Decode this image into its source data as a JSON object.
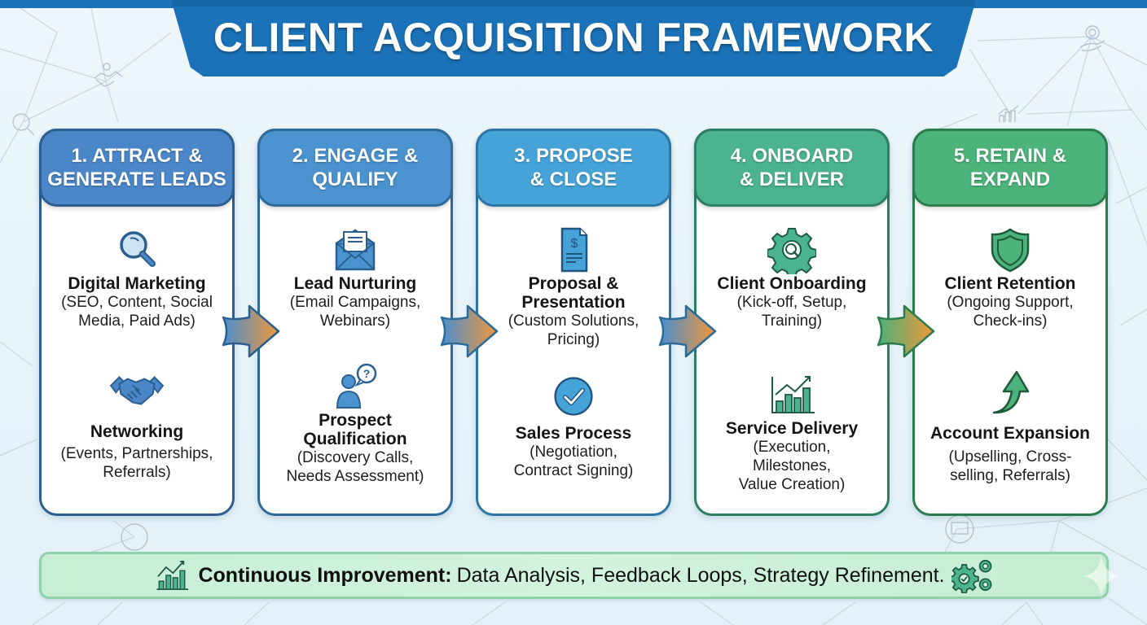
{
  "title": "CLIENT ACQUISITION FRAMEWORK",
  "colors": {
    "title_banner": "#1b72b8",
    "stage_1": "#4a86c8",
    "stage_2": "#4b93cf",
    "stage_3": "#45a3d8",
    "stage_4": "#4cb38f",
    "stage_5": "#4cb37a",
    "arrow_start": "#4a8fd0",
    "arrow_end": "#f0963a",
    "footer_bg": "#c9eed7"
  },
  "stages": [
    {
      "header": "1. ATTRACT &\nGENERATE LEADS",
      "items": [
        {
          "icon": "magnifier-icon",
          "title": "Digital Marketing",
          "detail": "(SEO, Content, Social\nMedia, Paid Ads)"
        },
        {
          "icon": "handshake-icon",
          "title": "Networking",
          "detail": "(Events, Partnerships,\nReferrals)"
        }
      ]
    },
    {
      "header": "2. ENGAGE &\nQUALIFY",
      "items": [
        {
          "icon": "envelope-icon",
          "title": "Lead Nurturing",
          "detail": "(Email Campaigns,\nWebinars)"
        },
        {
          "icon": "person-question-icon",
          "title": "Prospect\nQualification",
          "detail": "(Discovery Calls,\nNeeds Assessment)"
        }
      ]
    },
    {
      "header": "3. PROPOSE\n& CLOSE",
      "items": [
        {
          "icon": "dollar-document-icon",
          "title": "Proposal &\nPresentation",
          "detail": "(Custom Solutions,\nPricing)"
        },
        {
          "icon": "check-circle-icon",
          "title": "Sales Process",
          "detail": "(Negotiation,\nContract Signing)"
        }
      ]
    },
    {
      "header": "4. ONBOARD\n& DELIVER",
      "items": [
        {
          "icon": "gear-icon",
          "title": "Client Onboarding",
          "detail": "(Kick-off, Setup,\nTraining)"
        },
        {
          "icon": "growth-chart-icon",
          "title": "Service Delivery",
          "detail": "(Execution,\nMilestones,\nValue Creation)"
        }
      ]
    },
    {
      "header": "5. RETAIN &\nEXPAND",
      "items": [
        {
          "icon": "shield-icon",
          "title": "Client Retention",
          "detail": "(Ongoing Support,\nCheck-ins)"
        },
        {
          "icon": "curved-up-arrow-icon",
          "title": "Account Expansion",
          "detail": "(Upselling, Cross-\nselling, Referrals)"
        }
      ]
    }
  ],
  "footer": {
    "label": "Continuous Improvement:",
    "text": "Data Analysis, Feedback Loops, Strategy Refinement.",
    "left_icon": "growth-chart-icon",
    "right_icon": "gears-icon"
  }
}
